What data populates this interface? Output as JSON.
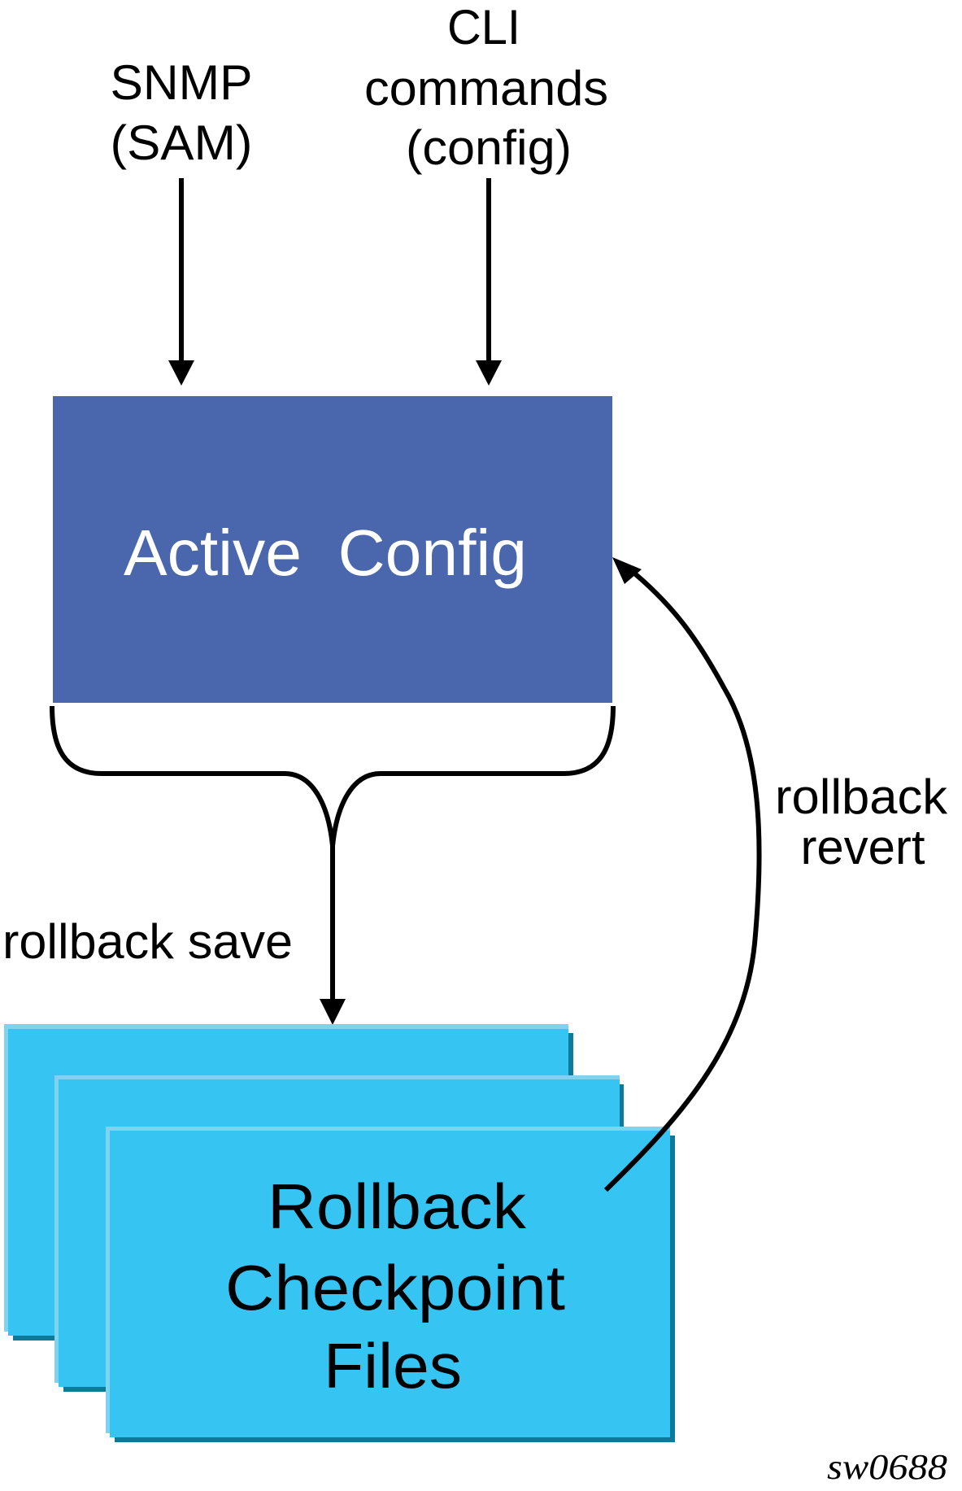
{
  "inputs": {
    "snmp": {
      "lines": [
        "SNMP",
        "(SAM)"
      ]
    },
    "cli": {
      "lines": [
        "CLI",
        "commands",
        "(config)"
      ]
    }
  },
  "active_config": {
    "label": "Active  Config",
    "color": "#4A67AE",
    "text_color": "#FFFFFF"
  },
  "actions": {
    "save": "rollback save",
    "revert": {
      "lines": [
        "rollback",
        "revert"
      ]
    }
  },
  "checkpoint_files": {
    "lines": [
      "Rollback",
      "Checkpoint",
      "Files"
    ],
    "count": 3,
    "fill": "#36C5F2",
    "highlight": "#7DD3F0",
    "shadow": "#0E7A9A"
  },
  "figure_id": "sw0688"
}
